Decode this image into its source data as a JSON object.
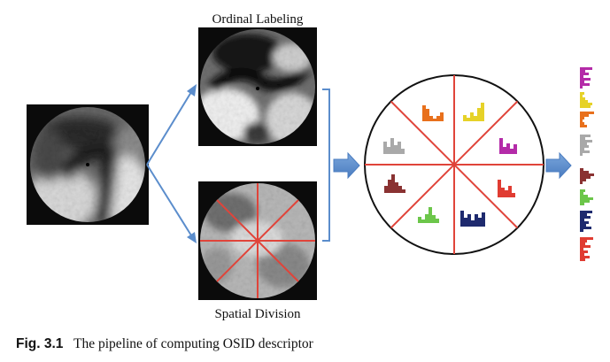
{
  "labels": {
    "top_title": "Ordinal Labeling",
    "bottom_title": "Spatial Division"
  },
  "caption": {
    "figure_number": "Fig. 3.1",
    "text": "The pipeline of computing OSID descriptor"
  },
  "colors": {
    "arrow": "#5b8dcc",
    "division_lines": "#e0443a",
    "bin_orange": "#e8701c",
    "bin_yellow": "#e6d228",
    "bin_magenta": "#b42ba8",
    "bin_red": "#e03c32",
    "bin_navy": "#1e2a6e",
    "bin_green": "#6cc64a",
    "bin_brown": "#8a3232",
    "bin_gray": "#a9a9a9"
  },
  "icons": [
    "patch-image",
    "arrow",
    "bracket",
    "histogram",
    "descriptor-bar"
  ]
}
